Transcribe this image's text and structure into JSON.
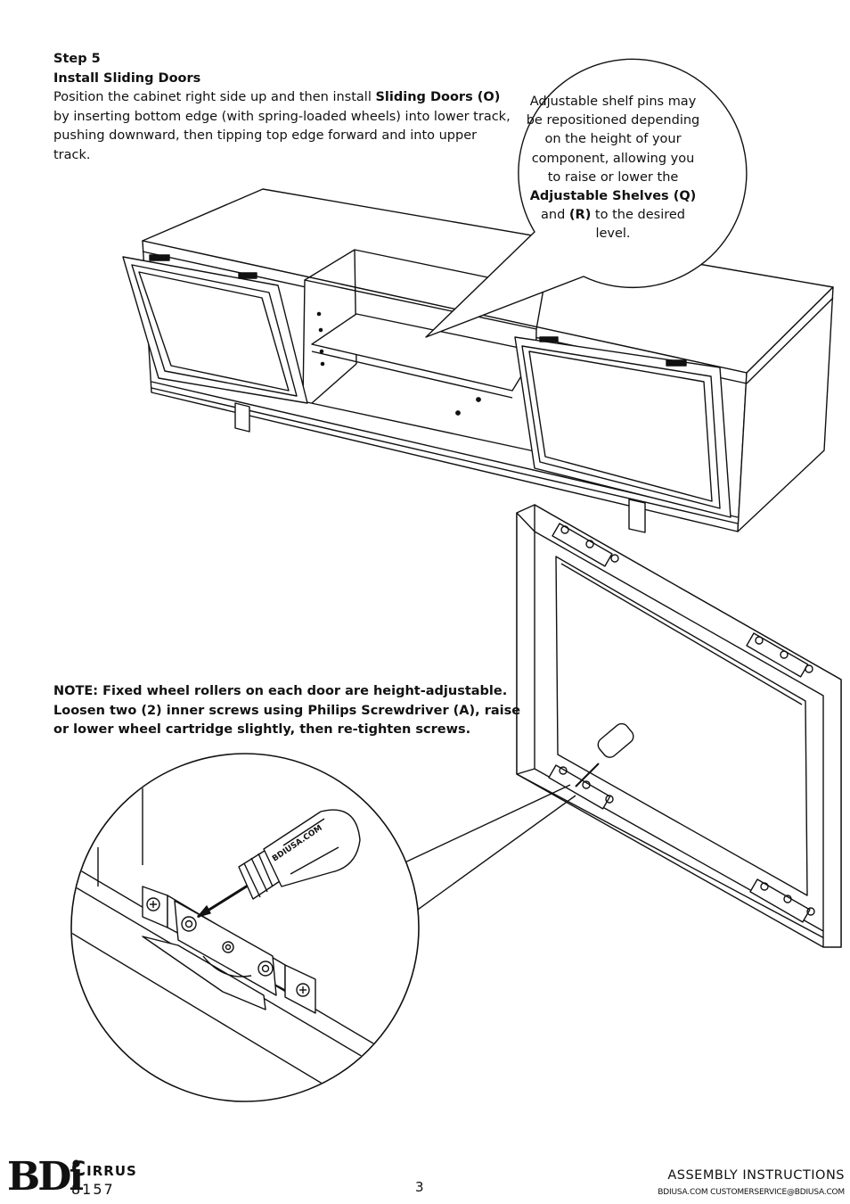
{
  "step": {
    "number": "Step 5",
    "title": "Install Sliding Doors",
    "text_before": "Position the cabinet right side up and then install ",
    "bold_part": "Sliding Doors (O)",
    "text_after": " by inserting bottom edge (with spring-loaded wheels) into lower track, pushing downward, then tipping top edge forward and into upper track."
  },
  "bubble": {
    "text_before": "Adjustable shelf pins may be repositioned depending on the height of your component, allowing you to raise or lower the ",
    "bold_1": "Adjustable Shelves (Q)",
    "text_mid": " and ",
    "bold_2": "(R)",
    "text_after": " to the desired level."
  },
  "note": {
    "text": "NOTE: Fixed wheel rollers on each door are height-adjustable. Loosen two (2) inner screws using Philips Screwdriver (A), raise or lower wheel cartridge slightly, then re-tighten screws."
  },
  "screwdriver_label": "BDIUSA.COM",
  "footer": {
    "logo": "BDi",
    "brand": "Cirrus",
    "model": "8157",
    "page": "3",
    "doc_type": "ASSEMBLY INSTRUCTIONS",
    "contact": "BDIUSA.COM  CUSTOMERSERVICE@BDIUSA.COM"
  }
}
